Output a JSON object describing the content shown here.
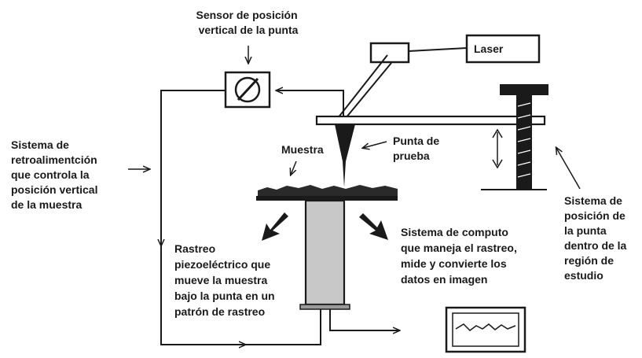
{
  "labels": {
    "sensor": [
      "Sensor de posición",
      "vertical de la punta"
    ],
    "laser": "Laser",
    "feedback": [
      "Sistema de",
      "retroalimentción",
      "que controla la",
      "posición vertical",
      "de la muestra"
    ],
    "muestra": "Muestra",
    "punta": [
      "Punta de",
      "prueba"
    ],
    "posicion": [
      "Sistema de",
      "posición de",
      "la punta",
      "dentro de la",
      "región de",
      "estudio"
    ],
    "rastreo": [
      "Rastreo",
      "piezoeléctrico que",
      "mueve la muestra",
      "bajo la punta en un",
      "patrón de rastreo"
    ],
    "computo": [
      "Sistema de computo",
      "que maneja el rastreo,",
      "mide y convierte los",
      "datos en imagen"
    ]
  },
  "colors": {
    "ink": "#1a1a1a",
    "piezo_fill": "#c8c8c8",
    "sample_fill": "#2a2a2a"
  }
}
